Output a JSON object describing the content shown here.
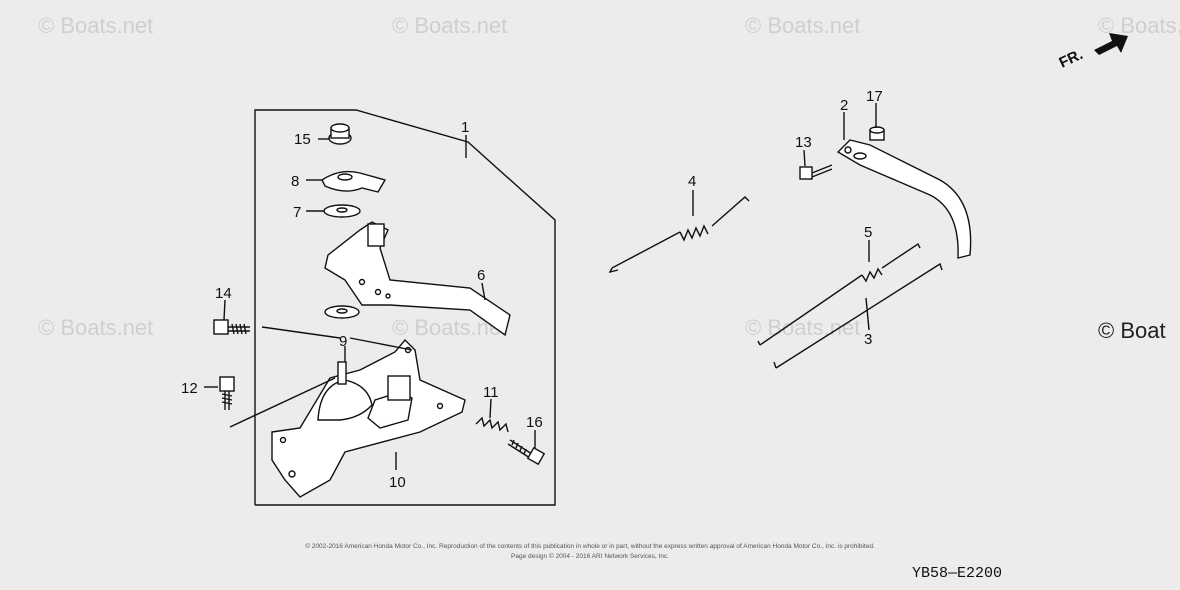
{
  "watermarks": [
    "© Boats.net",
    "© Boats.net",
    "© Boats.net",
    "© Boats.net",
    "© Boats.net",
    "© Boats.net",
    "© Boats.net",
    "© Boat"
  ],
  "direction_label": "FR.",
  "callouts": [
    "1",
    "2",
    "3",
    "4",
    "5",
    "6",
    "7",
    "8",
    "9",
    "10",
    "11",
    "12",
    "13",
    "14",
    "15",
    "16",
    "17"
  ],
  "copyright": {
    "line1": "© 2002-2016 American Honda Motor Co., Inc. Reproduction of the contents of this publication in whole or in part, without the express written approval of American Honda Motor Co., Inc. is prohibited.",
    "line2": "Page design © 2004 - 2016 ARI Network Services, Inc."
  },
  "diagram_code": "YB58—E2200",
  "colors": {
    "background": "#ececec",
    "ink": "#111111",
    "watermark": "#cfcfcf"
  }
}
